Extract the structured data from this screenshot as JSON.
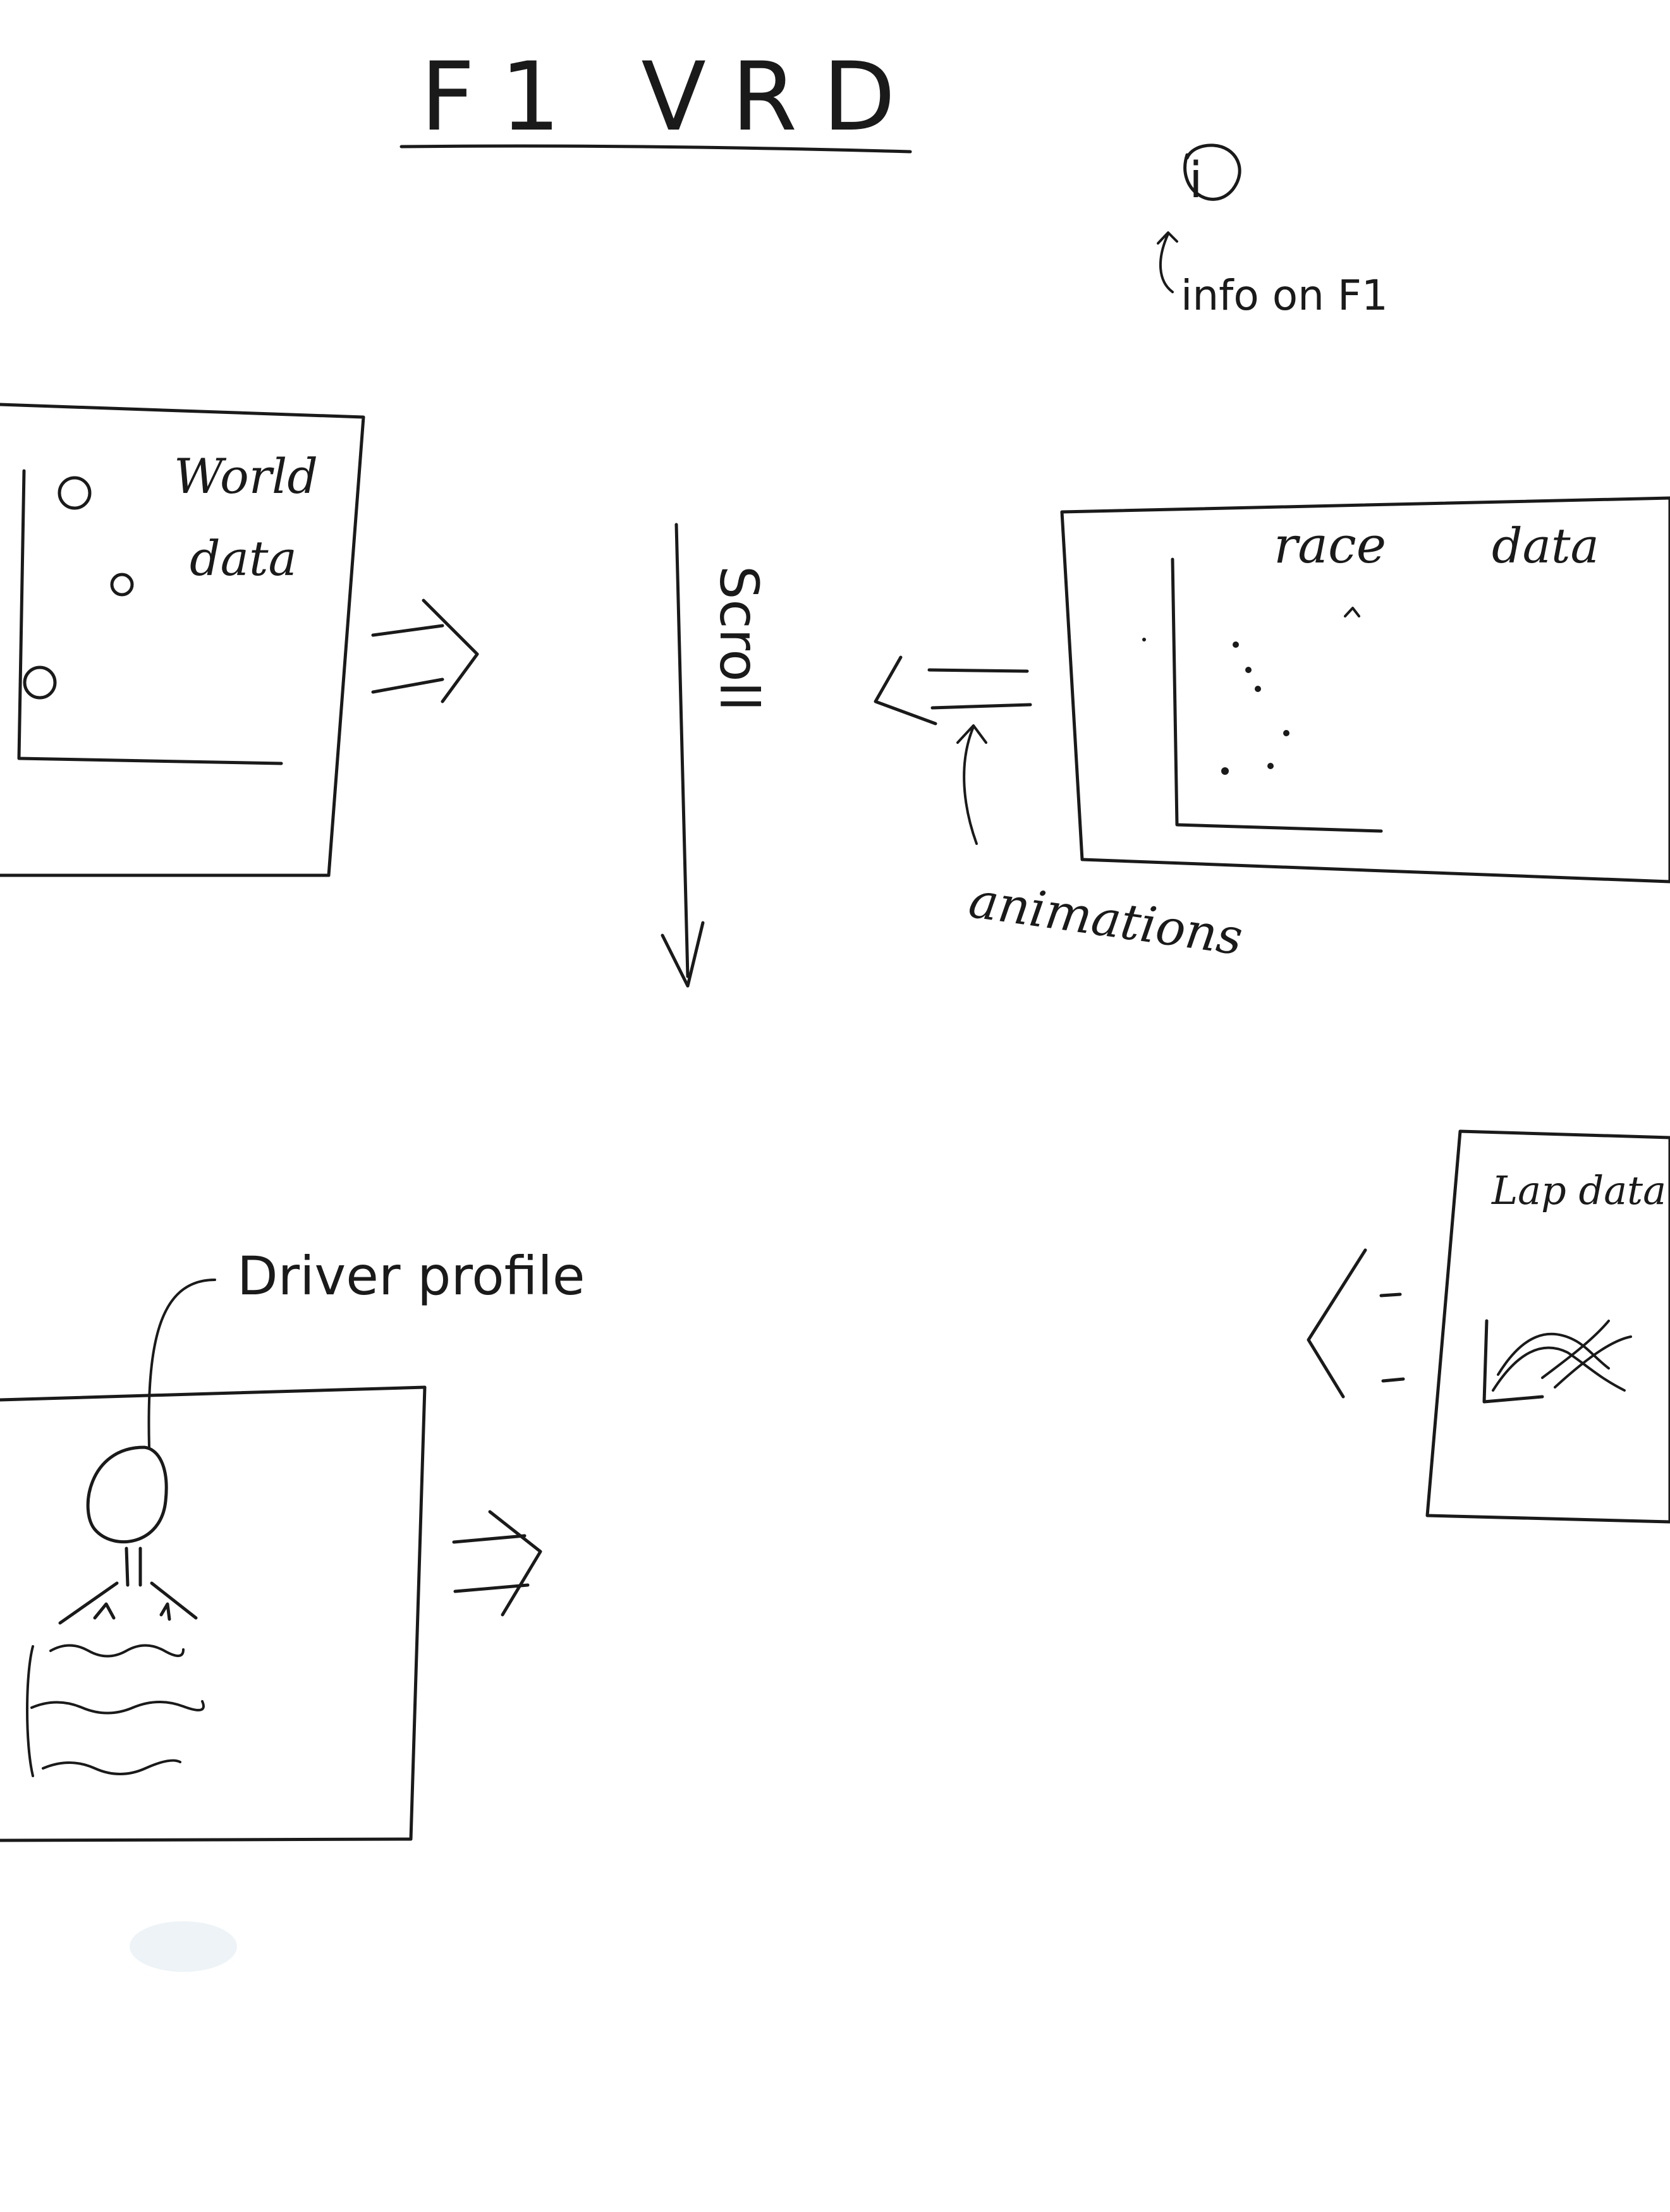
{
  "title": "F1 VRD",
  "info": {
    "icon": "info-icon",
    "glyph": "i",
    "label": "info on F1"
  },
  "panels": {
    "world_data": {
      "label_line1": "World",
      "label_line2": "data"
    },
    "race_data": {
      "label_line1": "race",
      "label_line2": "data"
    },
    "lap_data": {
      "label": "Lap data"
    },
    "driver_profile": {
      "label": "Driver profile"
    }
  },
  "annotations": {
    "scroll": "Scroll",
    "animations": "animations"
  },
  "colors": {
    "ink": "#1a1a1a",
    "paper": "#ffffff"
  }
}
